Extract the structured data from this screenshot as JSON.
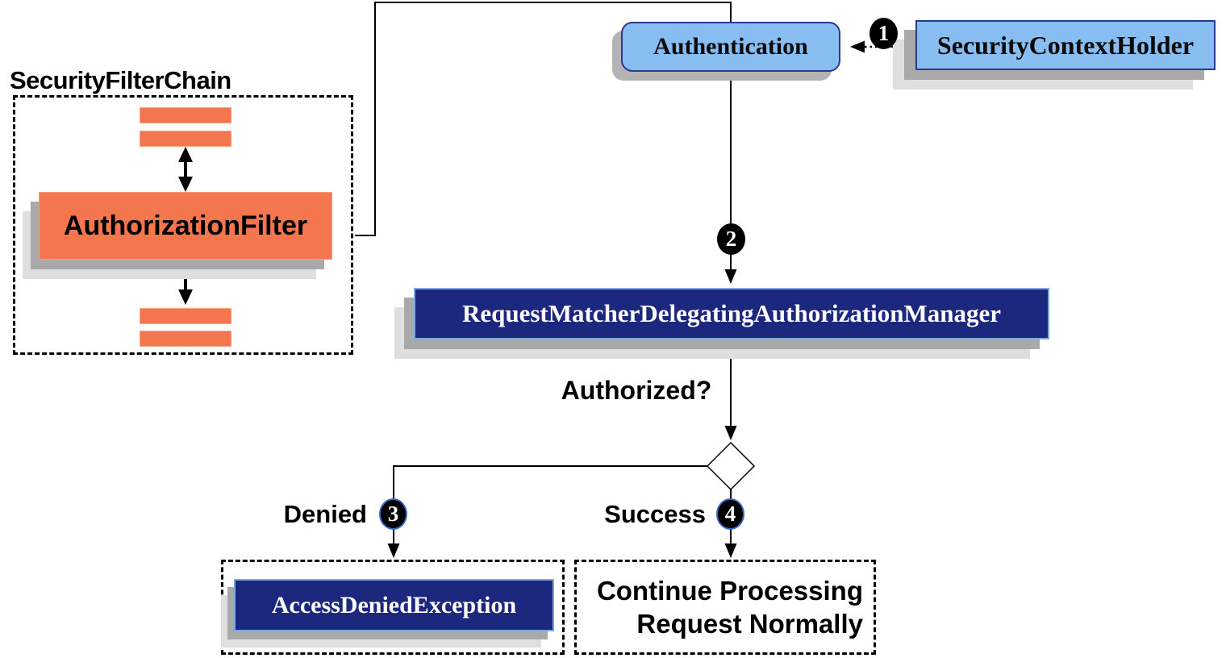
{
  "filter_chain": {
    "title": "SecurityFilterChain",
    "filter_label": "AuthorizationFilter"
  },
  "nodes": {
    "authentication": {
      "label": "Authentication"
    },
    "security_context_holder": {
      "label": "SecurityContextHolder"
    },
    "authorization_manager": {
      "label": "RequestMatcherDelegatingAuthorizationManager"
    },
    "access_denied_exception": {
      "label": "AccessDeniedException"
    },
    "continue_processing": {
      "line1": "Continue Processing",
      "line2": "Request Normally"
    }
  },
  "labels": {
    "authorized_question": "Authorized?",
    "denied": "Denied",
    "success": "Success"
  },
  "badges": {
    "step1": "1",
    "step2": "2",
    "step3": "3",
    "step4": "4"
  },
  "colors": {
    "orange_fill": "#F4764E",
    "orange_border": "#F8A583",
    "light_blue_fill": "#88BDF2",
    "blue_border": "#2E3792",
    "navy_fill": "#1C277E",
    "navy_border": "#7EA6E0",
    "shadow_dark": "#A9A9A9",
    "shadow_light": "#DFDFDF",
    "line": "#000000"
  }
}
